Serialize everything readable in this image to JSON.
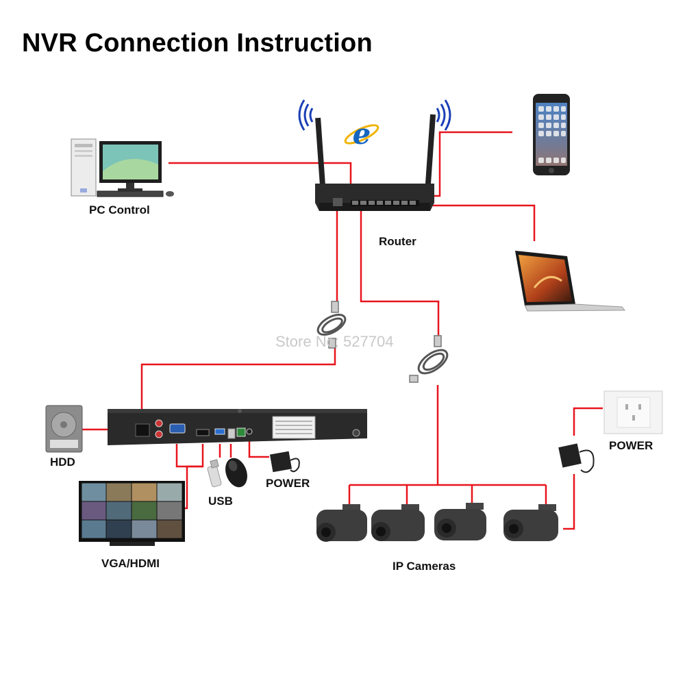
{
  "title": "NVR Connection Instruction",
  "labels": {
    "pc": "PC Control",
    "router": "Router",
    "hdd": "HDD",
    "usb": "USB",
    "power_nvr": "POWER",
    "power_outlet": "POWER",
    "vga_hdmi": "VGA/HDMI",
    "cameras": "IP Cameras"
  },
  "watermark": "Store No: 527704",
  "colors": {
    "link": "#e8141c",
    "device_dark": "#2a2a2a",
    "ie_logo": "#1565c0",
    "wifi": "#1a3fb5"
  },
  "icons": [
    "desktop-pc-icon",
    "router-icon",
    "ie-logo-icon",
    "wifi-signal-icon",
    "smartphone-icon",
    "laptop-icon",
    "ethernet-cable-icon",
    "nvr-recorder-icon",
    "hdd-icon",
    "monitor-icon",
    "usb-drive-icon",
    "mouse-icon",
    "power-adapter-icon",
    "wall-outlet-icon",
    "bullet-camera-icon"
  ]
}
